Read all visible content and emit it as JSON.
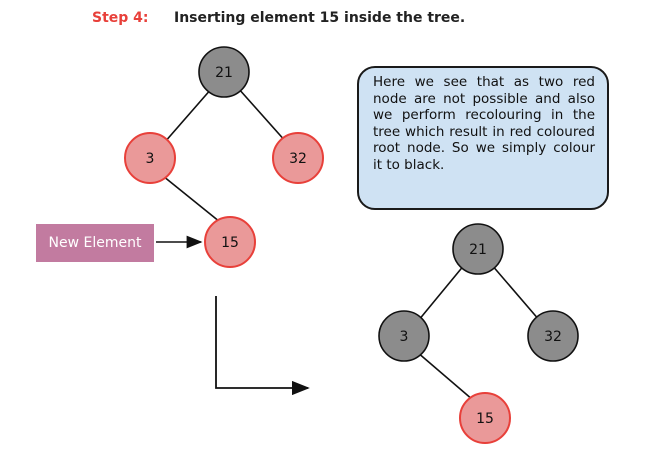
{
  "heading": {
    "step": "Step 4:",
    "text": "Inserting element 15 inside the tree."
  },
  "note": {
    "text": "Here we see that as two red node are not possible and also we perform recolouring in the tree which result in red coloured root node. So we simply colour it to black."
  },
  "new_element_label": "New Element",
  "tree_before": {
    "root": "21",
    "left": "3",
    "right": "32",
    "inserted": "15"
  },
  "tree_after": {
    "root": "21",
    "left": "3",
    "right": "32",
    "inserted": "15"
  },
  "colors": {
    "black_node": "#8c8c8c",
    "red_node_fill": "#ea9999",
    "red_node_stroke": "#e8403a",
    "step_label": "#e8403a",
    "note_bg": "#cfe2f3",
    "new_element_bg": "#c27ba0"
  }
}
